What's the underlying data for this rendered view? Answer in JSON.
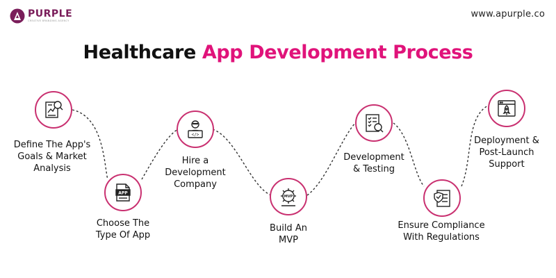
{
  "brand": {
    "logo_text": "PURPLE",
    "logo_tagline": "CREATIVE BRANDING AGENCY"
  },
  "site_url": "www.apurple.co",
  "title": {
    "part1": "Healthcare ",
    "part2": "App Development Process"
  },
  "steps": [
    {
      "icon": "analysis-chart-icon",
      "label_lines": [
        "Define The App's",
        "Goals & Market",
        "Analysis"
      ]
    },
    {
      "icon": "app-file-icon",
      "label_lines": [
        "Choose The",
        "Type Of App"
      ]
    },
    {
      "icon": "developer-icon",
      "label_lines": [
        "Hire a",
        "Development",
        "Company"
      ]
    },
    {
      "icon": "mvp-gear-icon",
      "label_lines": [
        "Build An",
        "MVP"
      ]
    },
    {
      "icon": "testing-checklist-icon",
      "label_lines": [
        "Development",
        "& Testing"
      ]
    },
    {
      "icon": "compliance-document-icon",
      "label_lines": [
        "Ensure Compliance",
        "With Regulations"
      ]
    },
    {
      "icon": "rocket-launch-icon",
      "label_lines": [
        "Deployment &",
        "Post-Launch",
        "Support"
      ]
    }
  ],
  "colors": {
    "accent": "#e0137a",
    "node_border": "#c93070",
    "brand": "#7a1d5a"
  }
}
